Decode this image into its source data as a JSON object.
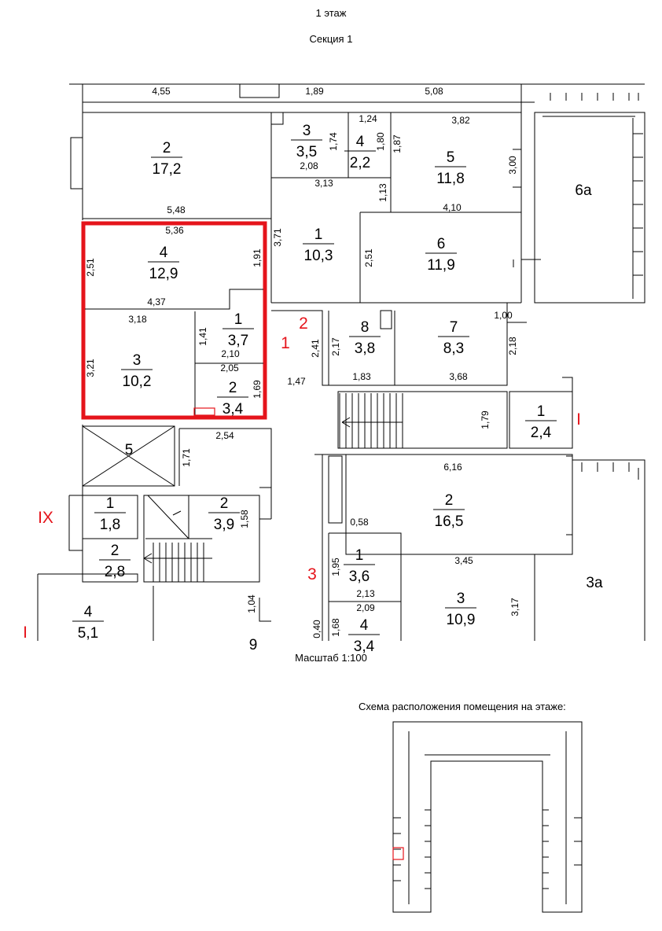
{
  "header": {
    "floor": "1 этаж",
    "section": "Секция 1"
  },
  "footer": {
    "scale": "Масштаб 1:100",
    "scheme_title": "Схема расположения помещения на этаже:"
  },
  "colors": {
    "highlight": "#e5141b",
    "line": "#000000"
  },
  "rooms": [
    {
      "id": "r2",
      "num": "2",
      "area": "17,2"
    },
    {
      "id": "r3t",
      "num": "3",
      "area": "3,5"
    },
    {
      "id": "r4t",
      "num": "4",
      "area": "2,2"
    },
    {
      "id": "r5t",
      "num": "5",
      "area": "11,8"
    },
    {
      "id": "r1c",
      "num": "1",
      "area": "10,3"
    },
    {
      "id": "r6",
      "num": "6",
      "area": "11,9"
    },
    {
      "id": "h4",
      "num": "4",
      "area": "12,9"
    },
    {
      "id": "h1",
      "num": "1",
      "area": "3,7"
    },
    {
      "id": "h3",
      "num": "3",
      "area": "10,2"
    },
    {
      "id": "h2",
      "num": "2",
      "area": "3,4"
    },
    {
      "id": "r8",
      "num": "8",
      "area": "3,8"
    },
    {
      "id": "r7",
      "num": "7",
      "area": "8,3"
    },
    {
      "id": "rr1",
      "num": "1",
      "area": "2,4"
    },
    {
      "id": "rr2",
      "num": "2",
      "area": "16,5"
    },
    {
      "id": "rr1b",
      "num": "1",
      "area": "3,6"
    },
    {
      "id": "rr3",
      "num": "3",
      "area": "10,9"
    },
    {
      "id": "rr4",
      "num": "4",
      "area": "3,4"
    },
    {
      "id": "l1",
      "num": "1",
      "area": "1,8"
    },
    {
      "id": "l2",
      "num": "2",
      "area": "2,8"
    },
    {
      "id": "l2s",
      "num": "2",
      "area": "3,9"
    },
    {
      "id": "l4",
      "num": "4",
      "area": "5,1"
    }
  ],
  "labels": [
    {
      "id": "bay6a",
      "text": "6а"
    },
    {
      "id": "bay3a",
      "text": "3а"
    },
    {
      "id": "shaft5",
      "text": "5"
    },
    {
      "id": "cut9",
      "text": "9"
    }
  ],
  "dimensions": [
    "4,55",
    "1,89",
    "5,08",
    "3,82",
    "1,24",
    "1,74",
    "1,80",
    "1,87",
    "2,08",
    "3,13",
    "3,00",
    "1,13",
    "4,10",
    "5,48",
    "5,36",
    "2,51",
    "1,91",
    "3,71",
    "2,51",
    "4,37",
    "3,18",
    "1,41",
    "2,10",
    "2,05",
    "3,21",
    "1,69",
    "2,41",
    "2,17",
    "1,00",
    "2,18",
    "1,47",
    "1,83",
    "3,68",
    "1,79",
    "2,54",
    "1,71",
    "6,16",
    "1,58",
    "0,58",
    "3,45",
    "1,95",
    "2,13",
    "2,09",
    "3,17",
    "1,04",
    "0,40",
    "1,68"
  ],
  "markers": [
    "1",
    "2",
    "I",
    "IX",
    "3",
    "I"
  ]
}
